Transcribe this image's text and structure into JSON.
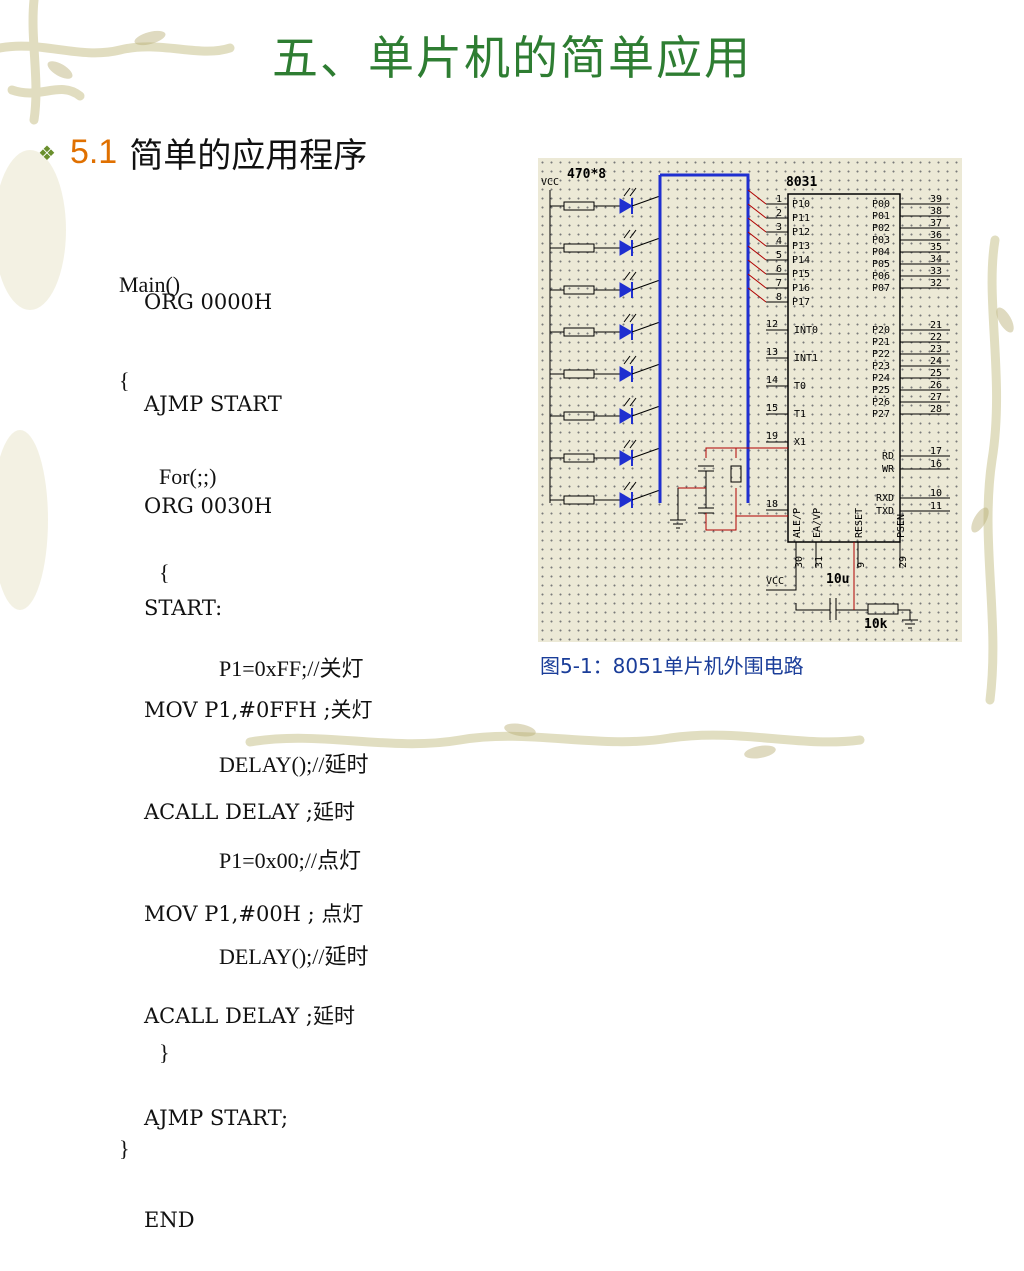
{
  "title": "五、单片机的简单应用",
  "bullet": {
    "icon": "diamond-bullet-icon",
    "number": "5.1",
    "text": "简单的应用程序"
  },
  "assembly_code": [
    "ORG 0000H",
    "AJMP START",
    "ORG 0030H",
    "START:",
    "MOV P1,#0FFH ;关灯",
    "ACALL DELAY ;延时",
    "MOV P1,#00H ; 点灯",
    "ACALL DELAY ;延时",
    "AJMP START;",
    "END"
  ],
  "c_code": [
    "Main()",
    "{",
    "For(;;)",
    "{",
    "P1=0xFF;//关灯",
    "DELAY();//延时",
    "P1=0x00;//点灯",
    "DELAY();//延时",
    "}",
    "}"
  ],
  "schematic": {
    "vcc_top": "VCC",
    "resistor_label": "470*8",
    "chip_label": "8031",
    "left_pins": [
      {
        "num": "1",
        "name": "P10"
      },
      {
        "num": "2",
        "name": "P11"
      },
      {
        "num": "3",
        "name": "P12"
      },
      {
        "num": "4",
        "name": "P13"
      },
      {
        "num": "5",
        "name": "P14"
      },
      {
        "num": "6",
        "name": "P15"
      },
      {
        "num": "7",
        "name": "P16"
      },
      {
        "num": "8",
        "name": "P17"
      }
    ],
    "left_mid_pins": [
      {
        "num": "12",
        "name": "INT0"
      },
      {
        "num": "13",
        "name": "INT1"
      },
      {
        "num": "14",
        "name": "T0"
      },
      {
        "num": "15",
        "name": "T1"
      },
      {
        "num": "19",
        "name": "X1"
      },
      {
        "num": "18",
        "name": ""
      }
    ],
    "right_pins_top": [
      {
        "num": "39",
        "name": "P00"
      },
      {
        "num": "38",
        "name": "P01"
      },
      {
        "num": "37",
        "name": "P02"
      },
      {
        "num": "36",
        "name": "P03"
      },
      {
        "num": "35",
        "name": "P04"
      },
      {
        "num": "34",
        "name": "P05"
      },
      {
        "num": "33",
        "name": "P06"
      },
      {
        "num": "32",
        "name": "P07"
      }
    ],
    "right_pins_mid": [
      {
        "num": "21",
        "name": "P20"
      },
      {
        "num": "22",
        "name": "P21"
      },
      {
        "num": "23",
        "name": "P22"
      },
      {
        "num": "24",
        "name": "P23"
      },
      {
        "num": "25",
        "name": "P24"
      },
      {
        "num": "26",
        "name": "P25"
      },
      {
        "num": "27",
        "name": "P26"
      },
      {
        "num": "28",
        "name": "P27"
      }
    ],
    "right_pins_bot": [
      {
        "num": "17",
        "name": "RD"
      },
      {
        "num": "16",
        "name": "WR"
      },
      {
        "num": "10",
        "name": "RXD"
      },
      {
        "num": "11",
        "name": "TXD"
      }
    ],
    "bottom_labels": [
      "ALE/P",
      "EA/VP",
      "RESET",
      "PSEN"
    ],
    "bottom_pins": [
      "30",
      "31",
      "9",
      "29"
    ],
    "vcc_bottom": "VCC",
    "capacitor_label": "10u",
    "resistor2_label": "10k"
  },
  "caption": "图5-1：8051单片机外围电路"
}
